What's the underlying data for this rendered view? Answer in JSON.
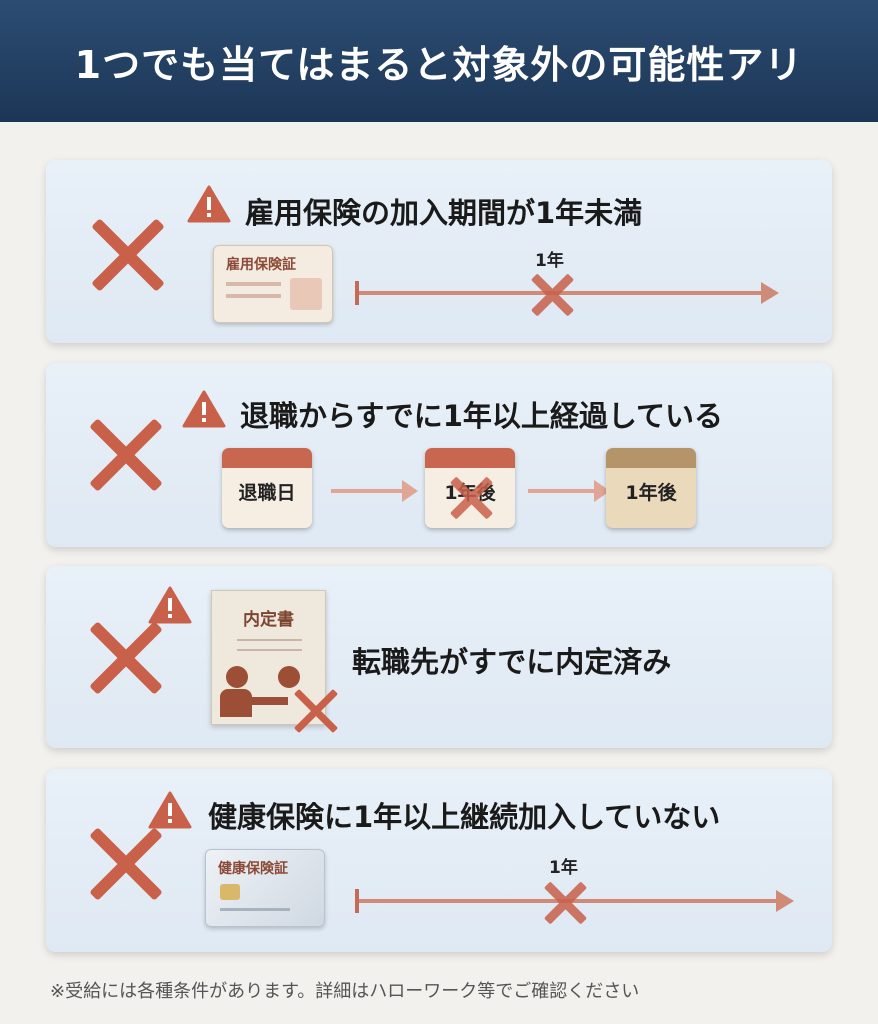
{
  "header": {
    "title": "1つでも当てはまると対象外の可能性アリ"
  },
  "items": [
    {
      "title": "雇用保険の加入期間が1年未満",
      "card_label": "雇用保険証",
      "timeline_label": "1年"
    },
    {
      "title": "退職からすでに1年以上経過している",
      "calendars": [
        "退職日",
        "1年後",
        "1年後"
      ]
    },
    {
      "title": "転職先がすでに内定済み",
      "doc_label": "内定書"
    },
    {
      "title": "健康保険に1年以上継続加入していない",
      "card_label": "健康保険証",
      "timeline_label": "1年"
    }
  ],
  "footer": {
    "note": "※受給には各種条件があります。詳細はハローワーク等でご確認ください"
  },
  "colors": {
    "header": "#1f3a5c",
    "accent": "#c9604a",
    "card": "#e4edf6"
  }
}
